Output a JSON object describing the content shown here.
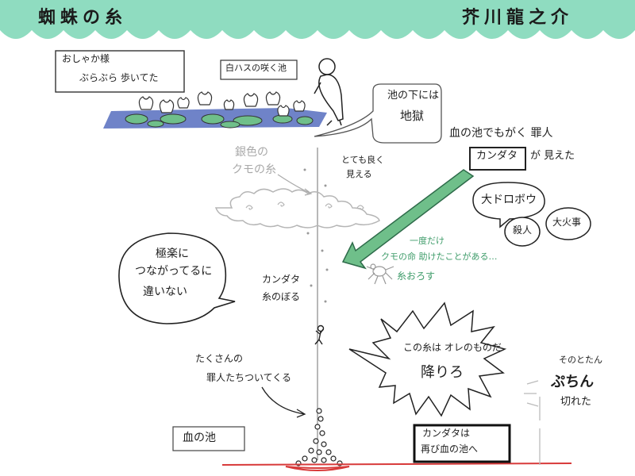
{
  "header": {
    "title": "蜘蛛の糸",
    "author": "芥川龍之介"
  },
  "labels": {
    "oshaka_line1": "おしゃか様",
    "oshaka_line2": "ぶらぶら 歩いてた",
    "lotus_pond": "白ハスの咲く池",
    "hell_line1": "池の下には",
    "hell_line2": "地獄",
    "silver_line1": "銀色の",
    "silver_line2": "クモの糸",
    "visible_line1": "とても良く",
    "visible_line2": "見える",
    "blood_struggle": "血の池でもがく 罪人",
    "kandata_box": "カンダタ",
    "was_seen": "が 見えた",
    "big_thief": "大ドロボウ",
    "murder": "殺人",
    "arson": "大火事",
    "once_line1": "一度だけ",
    "once_line2": "クモの命 助けたことがある…",
    "lower_thread": "糸おろす",
    "paradise_line1": "極楽に",
    "paradise_line2": "つながってるに",
    "paradise_line3": "違いない",
    "climb_line1": "カンダタ",
    "climb_line2": "糸のぼる",
    "many_line1": "たくさんの",
    "many_line2": "罪人たちついてくる",
    "blood_pond": "血の池",
    "mine_line1": "この糸は オレのものだ",
    "mine_line2": "降りろ",
    "then_line": "そのとたん",
    "snap": "ぷちん",
    "snapped": "切れた",
    "back_line1": "カンダタは",
    "back_line2": "再び血の池へ"
  },
  "colors": {
    "header_wave": "#8fdcc0",
    "arrow_green": "#3f9c6a",
    "pond_blue": "#6f83c8",
    "lotus_leaf": "#6fbf8a",
    "blood_line": "#d83a3a",
    "pencil_gray": "#a9a9a9"
  }
}
